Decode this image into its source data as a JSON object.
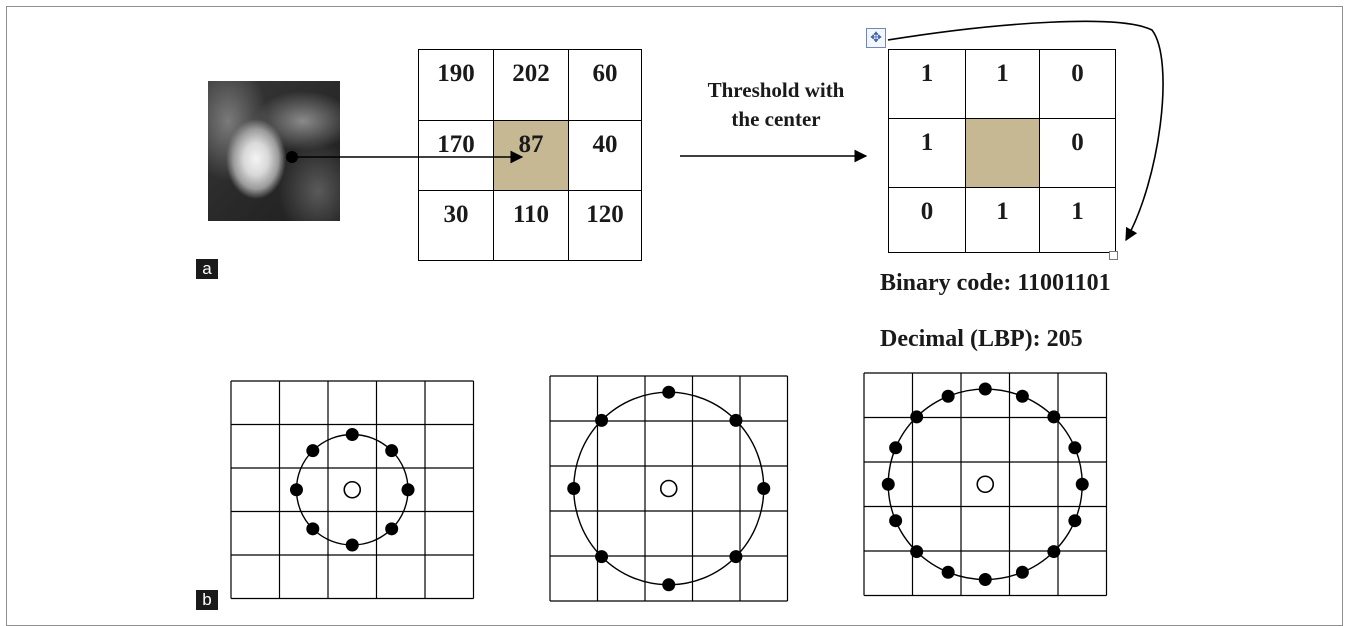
{
  "panel_a": {
    "tag": "a",
    "pixel_grid": [
      [
        "190",
        "202",
        "60"
      ],
      [
        "170",
        "87",
        "40"
      ],
      [
        "30",
        "110",
        "120"
      ]
    ],
    "threshold_label_line1": "Threshold with",
    "threshold_label_line2": "the center",
    "binary_grid": [
      [
        "1",
        "1",
        "0"
      ],
      [
        "1",
        "",
        "0"
      ],
      [
        "0",
        "1",
        "1"
      ]
    ],
    "binary_code": "Binary code: 11001101",
    "decimal_lbp": "Decimal (LBP): 205"
  },
  "panel_b": {
    "tag": "b",
    "neighborhoods": [
      {
        "points": 8,
        "radius_cells": 1
      },
      {
        "points": 8,
        "radius_cells": 2
      },
      {
        "points": 16,
        "radius_cells": 2
      }
    ]
  },
  "colors": {
    "center_fill": "#c5b893",
    "line": "#000000"
  },
  "icons": {
    "move_handle": "move-handle-icon",
    "resize_handle": "resize-handle-icon"
  }
}
